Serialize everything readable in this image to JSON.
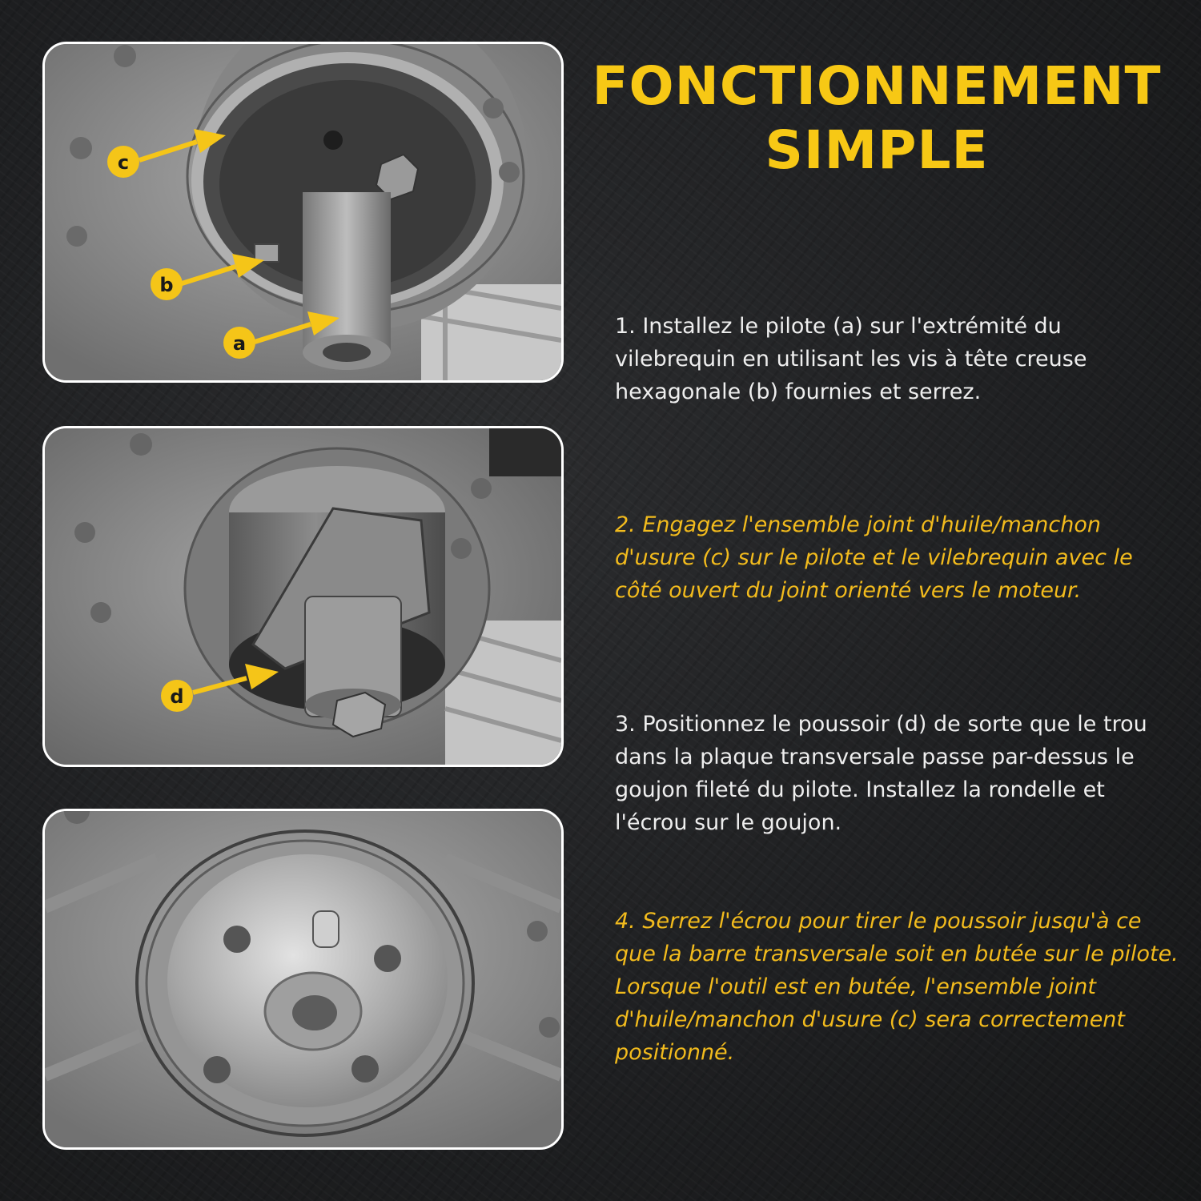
{
  "title": {
    "line1": "FONCTIONNEMENT",
    "line2": "SIMPLE"
  },
  "steps": [
    {
      "text": "1. Installez le pilote (a) sur l'extrémité du vilebrequin en utilisant les vis à tête creuse hexagonale (b) fournies et serrez."
    },
    {
      "text": "2. Engagez l'ensemble joint d'huile/manchon d'usure (c) sur le pilote et le vilebrequin avec le côté ouvert du joint orienté vers le moteur."
    },
    {
      "text": "3. Positionnez le poussoir (d) de sorte que le trou dans la plaque transversale passe par-dessus le goujon fileté du pilote. Installez la rondelle et l'écrou sur le goujon."
    },
    {
      "text": "4. Serrez l'écrou pour tirer le poussoir jusqu'à ce que la barre transversale soit en butée sur le pilote. Lorsque l'outil est en butée, l'ensemble joint d'huile/manchon d'usure (c) sera correctement positionné."
    }
  ],
  "callouts": {
    "a": "a",
    "b": "b",
    "c": "c",
    "d": "d"
  },
  "colors": {
    "accent": "#f7c815",
    "step_yellow": "#f2bb1d",
    "border": "#ffffff"
  }
}
